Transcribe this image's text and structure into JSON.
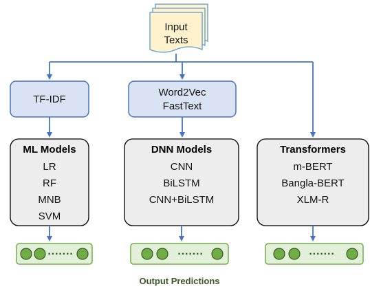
{
  "input": {
    "lines": [
      "Input",
      "Texts"
    ]
  },
  "features": {
    "tfidf": "TF-IDF",
    "word_embeddings": [
      "Word2Vec",
      "FastText"
    ]
  },
  "models": {
    "ml": {
      "title": "ML Models",
      "items": [
        "LR",
        "RF",
        "MNB",
        "SVM"
      ]
    },
    "dnn": {
      "title": "DNN Models",
      "items": [
        "CNN",
        "BiLSTM",
        "CNN+BiLSTM"
      ]
    },
    "transformers": {
      "title": "Transformers",
      "items": [
        "m-BERT",
        "Bangla-BERT",
        "XLM-R"
      ]
    }
  },
  "output": {
    "dots_text": "·······",
    "caption": "Output Predictions"
  },
  "colors": {
    "arrow": "#4472c4",
    "feature_fill": "#dae3f3",
    "model_fill": "#ededed",
    "doc_fill": "#fff2cc",
    "doc_stroke": "#5b9bd5",
    "dot_fill": "#70ad47",
    "output_fill": "#e2f0d9",
    "caption": "#385723"
  }
}
